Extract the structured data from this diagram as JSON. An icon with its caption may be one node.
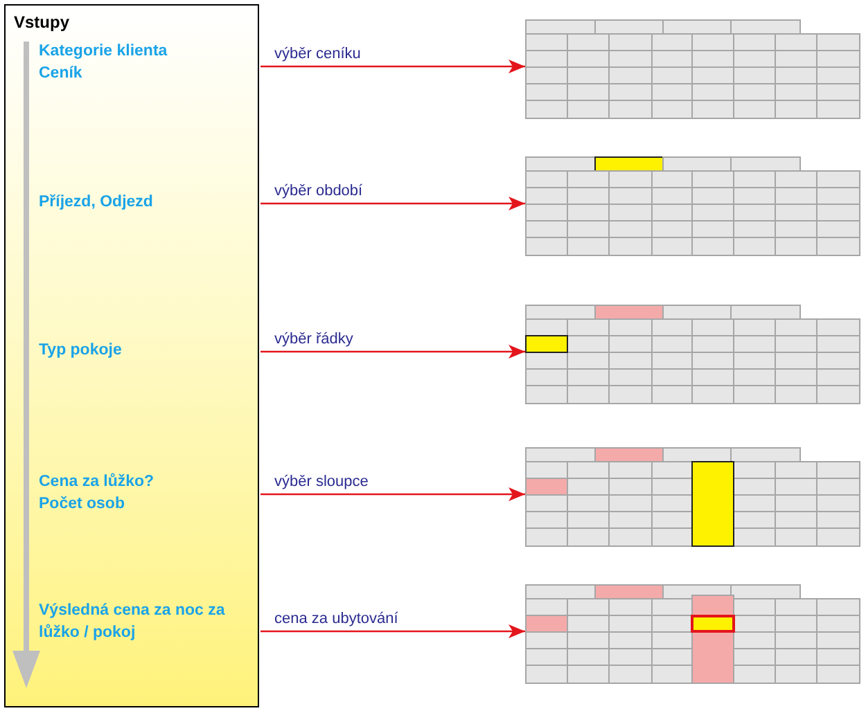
{
  "diagram": {
    "nodes": [
      {
        "text": [
          "Vstupy"
        ]
      },
      {
        "text": [
          "Kategorie klienta",
          "Ceník"
        ],
        "in": 0
      },
      {
        "text": [
          "Příjezd, Odjezd"
        ],
        "in": 0
      },
      {
        "text": [
          "Typ pokoje"
        ],
        "in": 0
      },
      {
        "text": [
          "Cena za lůžko?",
          "Počet osob"
        ],
        "in": 0
      },
      {
        "text": [
          "Výsledná cena za noc za lůžko / pokoj"
        ],
        "in": 0
      },
      {
        "text": [],
        "shape": "table"
      },
      {
        "text": [],
        "shape": "table"
      },
      {
        "text": [],
        "shape": "table"
      },
      {
        "text": [],
        "shape": "table"
      },
      {
        "text": [],
        "shape": "table"
      }
    ],
    "edges": [
      {
        "from": 0,
        "to": 6,
        "arrow": "to",
        "label": "výběr ceníku"
      },
      {
        "from": 0,
        "to": 7,
        "arrow": "to",
        "label": "výběr období"
      },
      {
        "from": 0,
        "to": 8,
        "arrow": "to",
        "label": "výběr řádky"
      },
      {
        "from": 0,
        "to": 9,
        "arrow": "to",
        "label": "výběr sloupce"
      },
      {
        "from": 0,
        "to": 10,
        "arrow": "to",
        "label": "cena za ubytování"
      }
    ]
  }
}
